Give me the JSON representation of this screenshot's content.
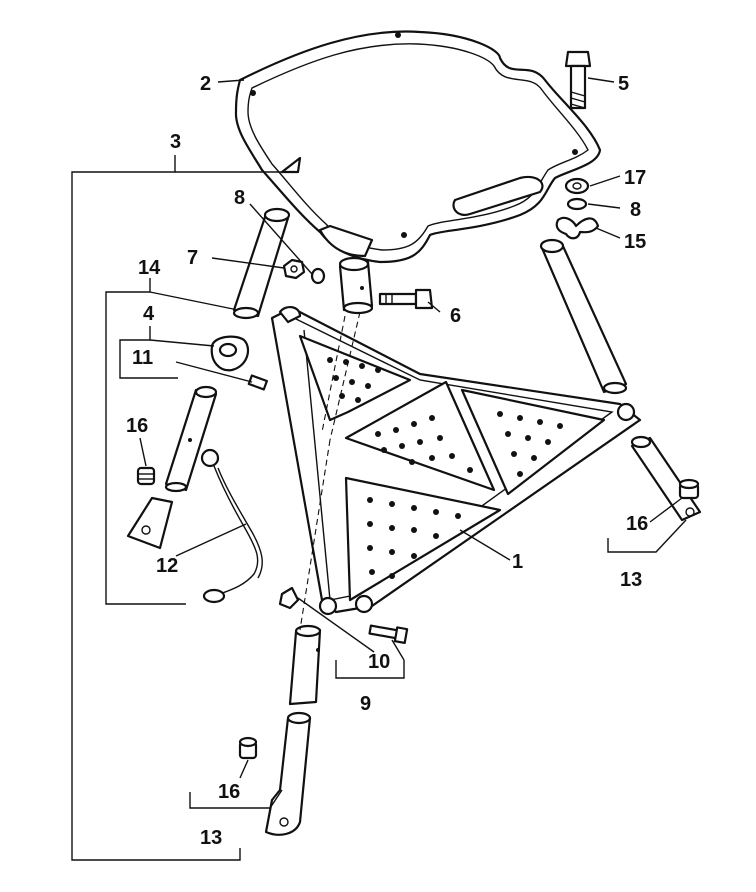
{
  "labels": {
    "l1": "1",
    "l2": "2",
    "l3": "3",
    "l4": "4",
    "l5": "5",
    "l6": "6",
    "l7": "7",
    "l8a": "8",
    "l8b": "8",
    "l9": "9",
    "l10": "10",
    "l11": "11",
    "l12": "12",
    "l13a": "13",
    "l13b": "13",
    "l14": "14",
    "l15": "15",
    "l16a": "16",
    "l16b": "16",
    "l16c": "16",
    "l17": "17"
  }
}
